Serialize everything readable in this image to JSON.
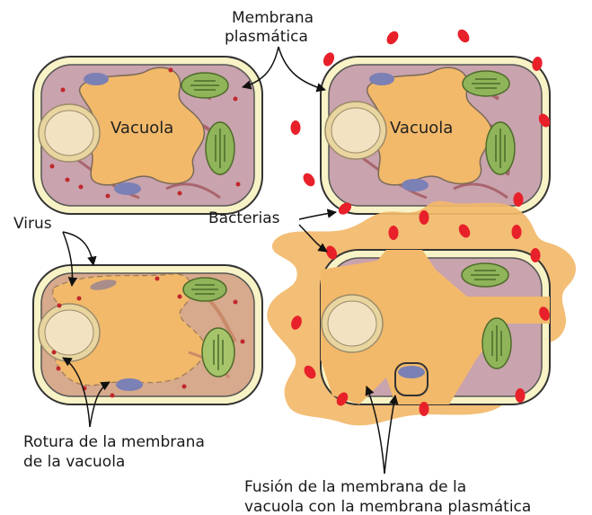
{
  "labels": {
    "membrana_line1": "Membrana",
    "membrana_line2": "plasmática",
    "vacuola": "Vacuola",
    "virus": "Virus",
    "bacterias": "Bacterias",
    "rotura_line1": "Rotura de la membrana",
    "rotura_line2": "de la vacuola",
    "fusion_line1": "Fusión de la membrana de la",
    "fusion_line2": "vacuola con la membrana plasmática"
  },
  "colors": {
    "cell_wall": "#f7f3c6",
    "cell_wall_stroke": "#333333",
    "cytoplasm": "#c9a3ad",
    "vacuole": "#f2b96a",
    "vacuole_stroke": "#7a6a58",
    "nucleus": "#f3e2c2",
    "chloroplast": "#8fb45a",
    "mitochondria": "#7b80b5",
    "er": "#b06f75",
    "bacteria": "#e8202a",
    "virus": "#c0282c"
  }
}
